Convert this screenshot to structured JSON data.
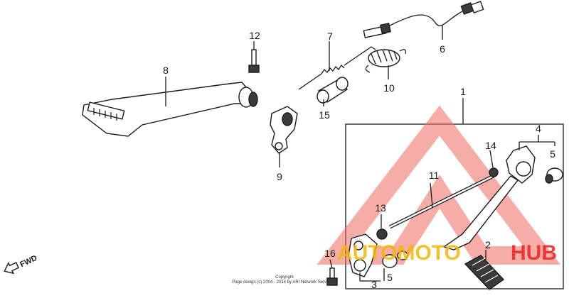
{
  "callouts": {
    "c1": "1",
    "c2": "2",
    "c3": "3",
    "c4": "4",
    "c5a": "5",
    "c5b": "5",
    "c6": "6",
    "c7": "7",
    "c8": "8",
    "c9": "9",
    "c10": "10",
    "c11": "11",
    "c12": "12",
    "c13": "13",
    "c14": "14",
    "c15": "15",
    "c16": "16"
  },
  "direction_label": "FWD",
  "watermark": {
    "part1": "AUTOMOTO",
    "part2": "HUB",
    "color_red": "#e8231f",
    "color_gold": "#f2b705"
  },
  "copyright": {
    "line1": "Copyright",
    "line2": "Page design (c) 2004 - 2014 by ARI Network Services"
  }
}
